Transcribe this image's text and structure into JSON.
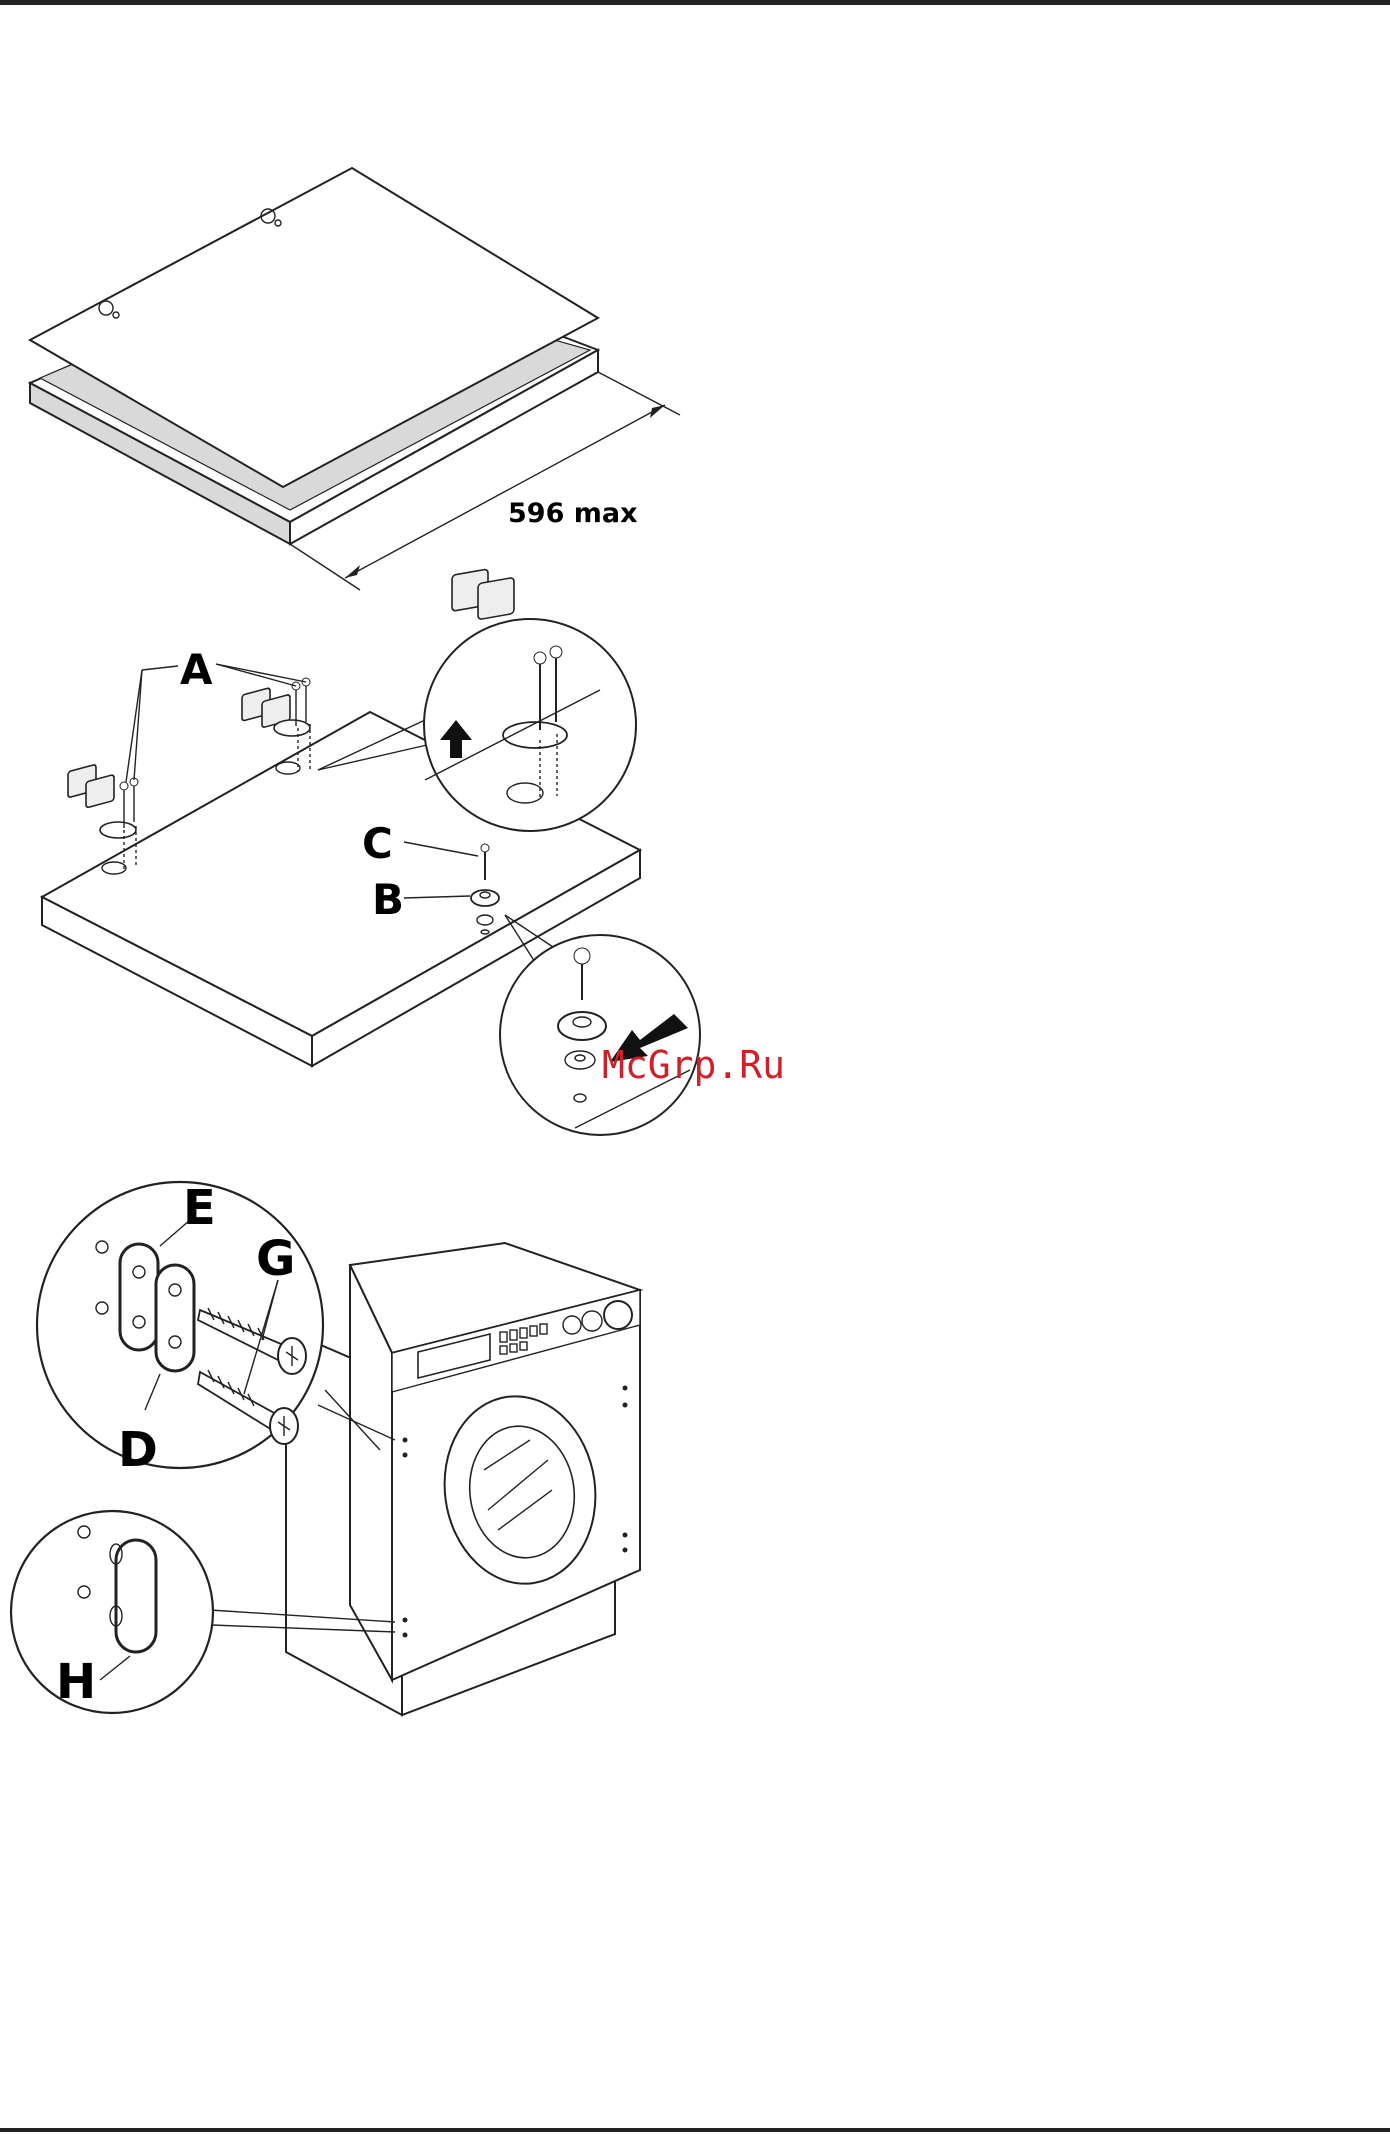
{
  "figure1": {
    "dimension_label": "596 max"
  },
  "figure2": {
    "labels": {
      "a": "A",
      "b": "B",
      "c": "C"
    }
  },
  "figure3": {
    "labels": {
      "d": "D",
      "e": "E",
      "g": "G",
      "h": "H"
    }
  },
  "watermark": {
    "text": "McGrp.Ru"
  },
  "colors": {
    "rule": "#222222",
    "panel_side": "#d9d9d9",
    "watermark": "#d0202a"
  }
}
